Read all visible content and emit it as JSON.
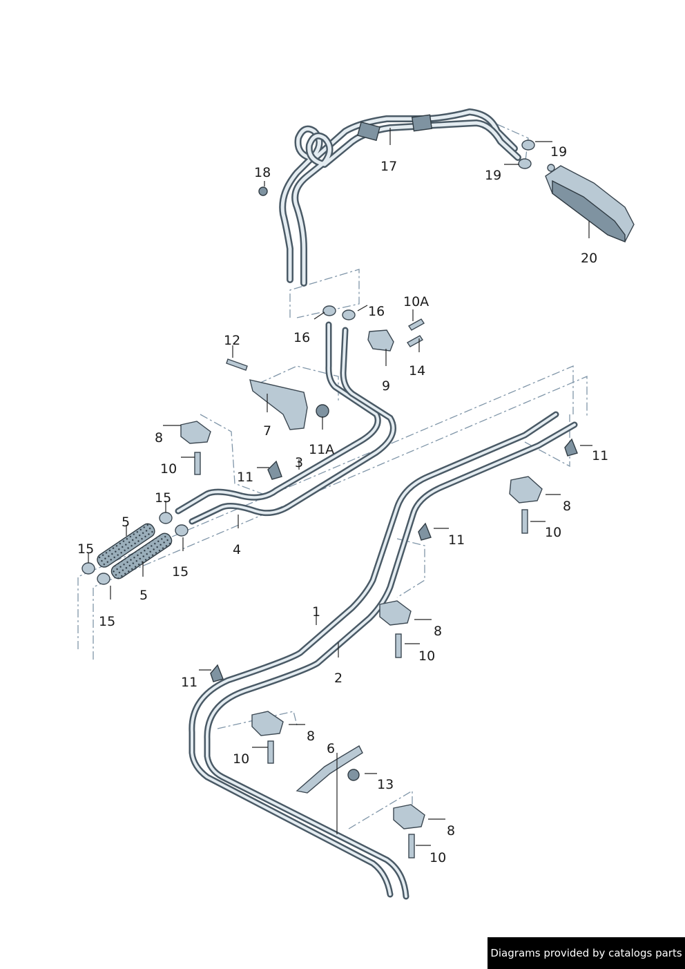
{
  "callouts": {
    "c1": "1",
    "c2": "2",
    "c3": "3",
    "c4": "4",
    "c5a": "5",
    "c5b": "5",
    "c6": "6",
    "c7": "7",
    "c8a": "8",
    "c8b": "8",
    "c8c": "8",
    "c8d": "8",
    "c8e": "8",
    "c9": "9",
    "c10a": "10",
    "c10b": "10",
    "c10c": "10",
    "c10d": "10",
    "c10e": "10",
    "c10A": "10A",
    "c11a": "11",
    "c11b": "11",
    "c11c": "11",
    "c11d": "11",
    "c11A": "11A",
    "c12": "12",
    "c13": "13",
    "c14": "14",
    "c15a": "15",
    "c15b": "15",
    "c15c": "15",
    "c15d": "15",
    "c16a": "16",
    "c16b": "16",
    "c17": "17",
    "c18": "18",
    "c19a": "19",
    "c19b": "19",
    "c20": "20"
  },
  "footer": {
    "credit": "Diagrams provided by catalogs parts"
  }
}
